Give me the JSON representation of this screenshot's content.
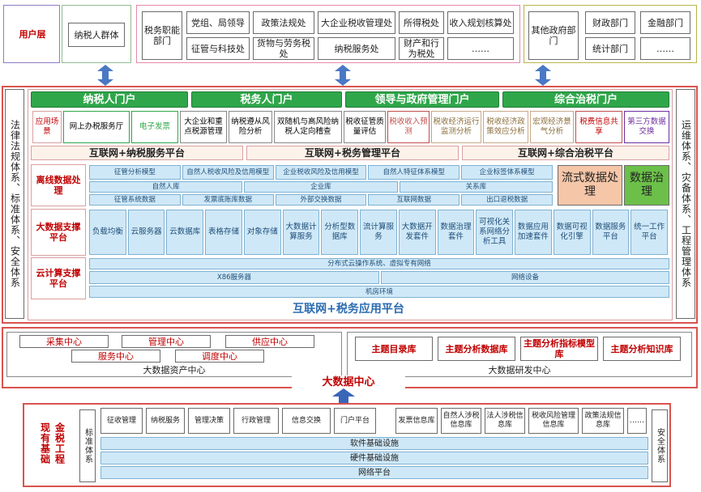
{
  "top": {
    "user_layer": "用户层",
    "taxpayer_group": "纳税人群体",
    "tax_dept": "税务职能部门",
    "depts": [
      "党组、局领导",
      "政策法规处",
      "大企业税收管理处",
      "所得税处",
      "收入规划核算处",
      "征管与科技处",
      "货物与劳务税处",
      "纳税服务处",
      "财产和行为税处",
      "……"
    ],
    "other_gov": "其他政府部门",
    "finance": "财政部门",
    "banking": "金融部门",
    "stats": "统计部门",
    "other_more": "……"
  },
  "side": {
    "left": "法律法规体系、标准体系、安全体系",
    "right": "运维体系、灾备体系、工程管理体系"
  },
  "portals": [
    "纳税人门户",
    "税务人门户",
    "领导与政府管理门户",
    "综合治税门户"
  ],
  "apps": [
    "应用场景",
    "网上办税服务厅",
    "电子发票",
    "大企业和重点税源管理",
    "纳税遵从风险分析",
    "双随机与高风险纳税人定向稽查",
    "税收征管质量评估",
    "税收收入预测",
    "税收经济运行监测分析",
    "税收经济政策效应分析",
    "宏观经济景气分析",
    "税费信息共享",
    "第三方数据交换"
  ],
  "platforms": [
    "互联网+纳税服务平台",
    "互联网+税务管理平台",
    "互联网+综合治税平台"
  ],
  "offline": {
    "label": "离线数据处理",
    "r1": [
      "征管分析模型",
      "自然人税收风险及信用模型",
      "企业税收风险及信用模型",
      "自然人特征体系模型",
      "企业标签体系模型"
    ],
    "r2": [
      "自然人库",
      "企业库",
      "关系库"
    ],
    "r3": [
      "征管系统数据",
      "发票底账库数据",
      "外部交换数据",
      "互联网数据",
      "出口退税数据"
    ],
    "flow": "流式数据处理",
    "gov": "数据治理"
  },
  "bigdata": {
    "label": "大数据支撑平台",
    "items": [
      "负载均衡",
      "云服务器",
      "云数据库",
      "表格存储",
      "对象存储",
      "大数据计算服务",
      "分析型数据库",
      "流计算服务",
      "大数据开发套件",
      "数据治理套件",
      "可视化关系网络分析工具",
      "数据应用加速套件",
      "数据可视化引擎",
      "数据服务平台",
      "统一工作平台"
    ]
  },
  "cloud": {
    "label": "云计算支撑平台",
    "r1": "分布式云操作系统、虚拟专有网络",
    "x86": "X86服务器",
    "net": "网络设备",
    "room": "机房环境"
  },
  "app_platform": "互联网+税务应用平台",
  "center": {
    "asset": [
      "采集中心",
      "管理中心",
      "供应中心",
      "服务中心",
      "调度中心"
    ],
    "asset_label": "大数据资产中心",
    "rd": [
      "主题目录库",
      "主题分析数据库",
      "主题分析指标模型库",
      "主题分析知识库"
    ],
    "rd_label": "大数据研发中心",
    "title": "大数据中心"
  },
  "base": {
    "label": "现有基础",
    "eng": "金税工程",
    "std": "标准体系",
    "sec": "安全体系",
    "mods": [
      "征收管理",
      "纳税服务",
      "管理决策",
      "行政管理",
      "信息交换",
      "门户平台",
      "发票信息库",
      "自然人涉税信息库",
      "法人涉税信息库",
      "税收风险管理信息库",
      "政策法规信息库",
      "……"
    ],
    "rows": [
      "软件基础设施",
      "硬件基础设施",
      "网络平台"
    ]
  }
}
